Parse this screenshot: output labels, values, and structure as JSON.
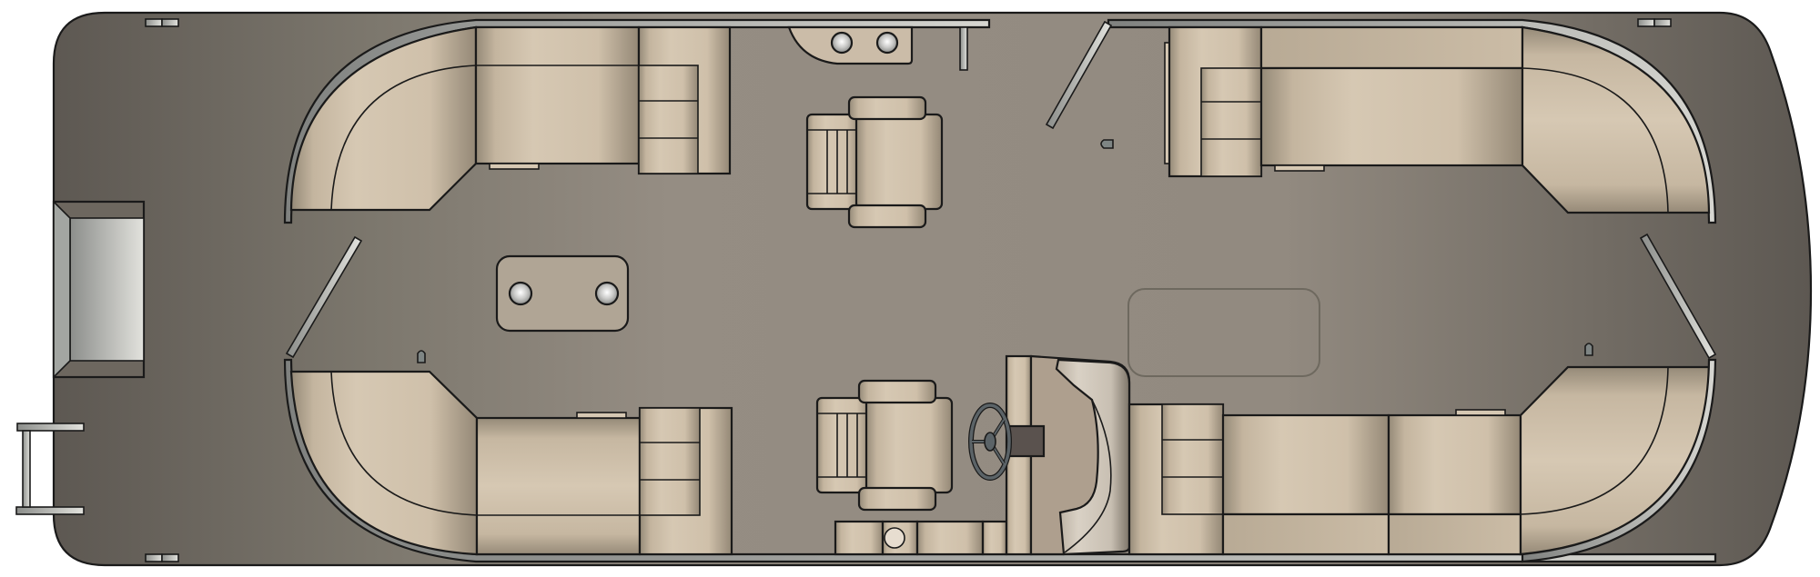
{
  "diagram": {
    "type": "pontoon-boat-floor-plan",
    "orientation": "bow-right",
    "colors": {
      "deck_edge": "#5f5a54",
      "deck_mid": "#968e84",
      "deck_light": "#958d83",
      "cushion_light": "#d6c8b3",
      "cushion_mid": "#c9b9a2",
      "cushion_dark": "#948876",
      "cushion_back": "#bfb19c",
      "console_fill": "#ae9f8e",
      "table_fill": "#b0a595",
      "rail_light": "#d4d4cf",
      "rail_dark": "#7f817f",
      "metal_light": "#e2e2dd",
      "metal_dark": "#8c8e8b",
      "wheel": "#5b6367",
      "console_block": "#5a524e",
      "hatch_outline": "#6e695f",
      "outline": "#1a1a1a"
    },
    "elements": [
      {
        "id": "hull",
        "label": "Deck / hull"
      },
      {
        "id": "rear-swim-platform-storage",
        "label": "Stern storage compartment"
      },
      {
        "id": "boarding-ladder",
        "label": "Boarding ladder"
      },
      {
        "id": "upper-left-lounge",
        "label": "Port stern lounge"
      },
      {
        "id": "lower-left-lounge",
        "label": "Starboard stern lounge"
      },
      {
        "id": "center-table",
        "label": "Table with cup holders"
      },
      {
        "id": "upper-captain-chair",
        "label": "Reclining chair (port)"
      },
      {
        "id": "lower-captain-chair",
        "label": "Reclining chair (starboard)"
      },
      {
        "id": "cup-holder-panel",
        "label": "Cup holder panel"
      },
      {
        "id": "helm-console",
        "label": "Helm console"
      },
      {
        "id": "steering-wheel",
        "label": "Steering wheel"
      },
      {
        "id": "helm-seat",
        "label": "Helm seat"
      },
      {
        "id": "floor-hatch",
        "label": "Floor storage hatch"
      },
      {
        "id": "upper-right-lounge",
        "label": "Port bow lounge"
      },
      {
        "id": "lower-right-lounge",
        "label": "Starboard bow lounge"
      },
      {
        "id": "stern-gates",
        "label": "Stern gates"
      },
      {
        "id": "bow-gates",
        "label": "Bow gates"
      },
      {
        "id": "mooring-cleats",
        "label": "Mooring cleats"
      },
      {
        "id": "deck-cleats",
        "label": "Small deck cleats"
      }
    ]
  }
}
